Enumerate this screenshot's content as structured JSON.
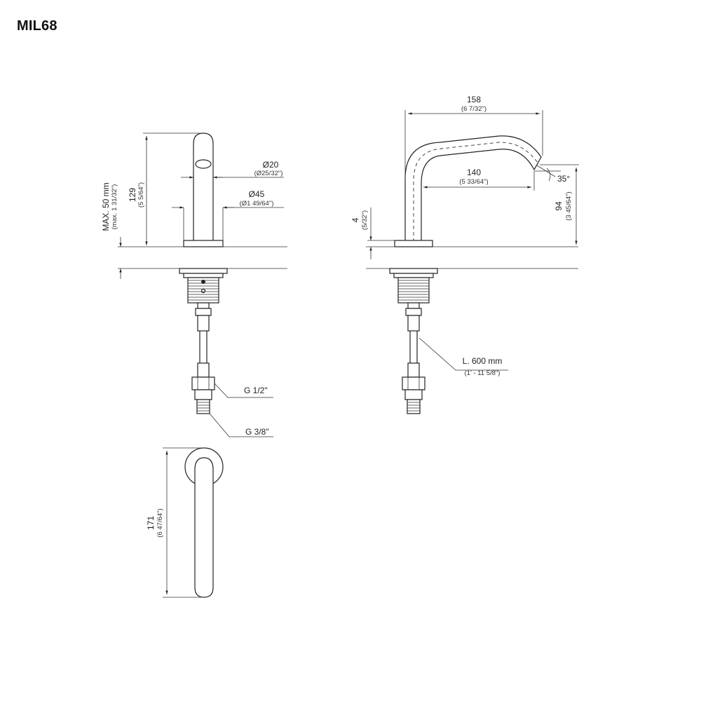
{
  "title": "MIL68",
  "dimensions": {
    "pipe_dia": "Ø20",
    "pipe_dia_in": "(Ø25/32\")",
    "base_dia": "Ø45",
    "base_dia_in": "(Ø1 49/64\")",
    "height": "129",
    "height_in": "(5 5/64\")",
    "max_thickness": "MAX. 50 mm",
    "max_thickness_in": "(max. 1 31/32\")",
    "fitting_1": "G 1/2\"",
    "fitting_2": "G 3/8\"",
    "reach_total": "158",
    "reach_total_in": "(6 7/32\")",
    "reach_inner": "140",
    "reach_inner_in": "(5 33/64\")",
    "angle": "35°",
    "outlet_height": "94",
    "outlet_height_in": "(3 45/64\")",
    "base_height": "4",
    "base_height_in": "(5/32\")",
    "hose_length": "L. 600 mm",
    "hose_length_in": "(1' - 11 5/8\")",
    "top_length": "171",
    "top_length_in": "(6 47/64\")"
  }
}
